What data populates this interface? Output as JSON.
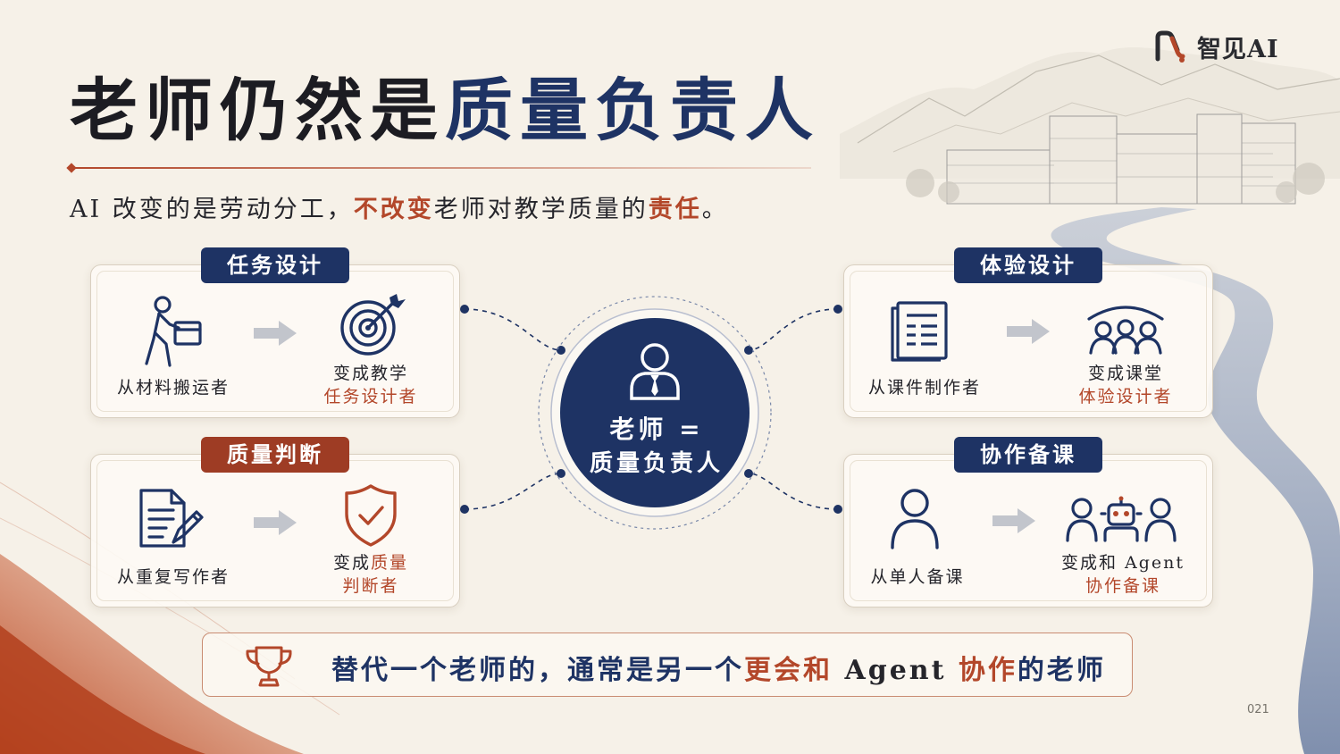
{
  "brand": {
    "name": "智见AI",
    "accent_red": "#b3472a",
    "accent_blue": "#1e3364",
    "logo_icon": "n-logo-icon"
  },
  "title": {
    "part1": "老师仍然是",
    "part2": "质量负责人"
  },
  "subtitle": {
    "part1": "AI 改变的是劳动分工，",
    "part2": "不改变",
    "part3": "老师对教学质量的",
    "part4": "责任",
    "part5": "。"
  },
  "center": {
    "line1": "老师 =",
    "line2": "质量负责人",
    "icon": "teacher-icon"
  },
  "cards": {
    "task": {
      "tag": "任务设计",
      "from_label": "从材料搬运者",
      "to_line1": "变成教学",
      "to_line2": "任务设计者",
      "from_icon": "carrying-box-icon",
      "to_icon": "target-icon"
    },
    "quality": {
      "tag": "质量判断",
      "from_label": "从重复写作者",
      "to_line1a": "变成",
      "to_line1b": "质量",
      "to_line2": "判断者",
      "from_icon": "document-edit-icon",
      "to_icon": "shield-check-icon"
    },
    "experience": {
      "tag": "体验设计",
      "from_label": "从课件制作者",
      "to_line1": "变成课堂",
      "to_line2": "体验设计者",
      "from_icon": "courseware-icon",
      "to_icon": "classroom-group-icon"
    },
    "collab": {
      "tag": "协作备课",
      "from_label": "从单人备课",
      "to_line1": "变成和 Agent",
      "to_line2": "协作备课",
      "from_icon": "single-person-icon",
      "to_icon": "people-robot-icon"
    }
  },
  "bottom": {
    "part1": "替代一个老师的，通常是另一个",
    "part2": "更会和",
    "part3": " Agent ",
    "part4": "协作",
    "part5": "的老师",
    "icon": "trophy-icon"
  },
  "page_number": "021"
}
